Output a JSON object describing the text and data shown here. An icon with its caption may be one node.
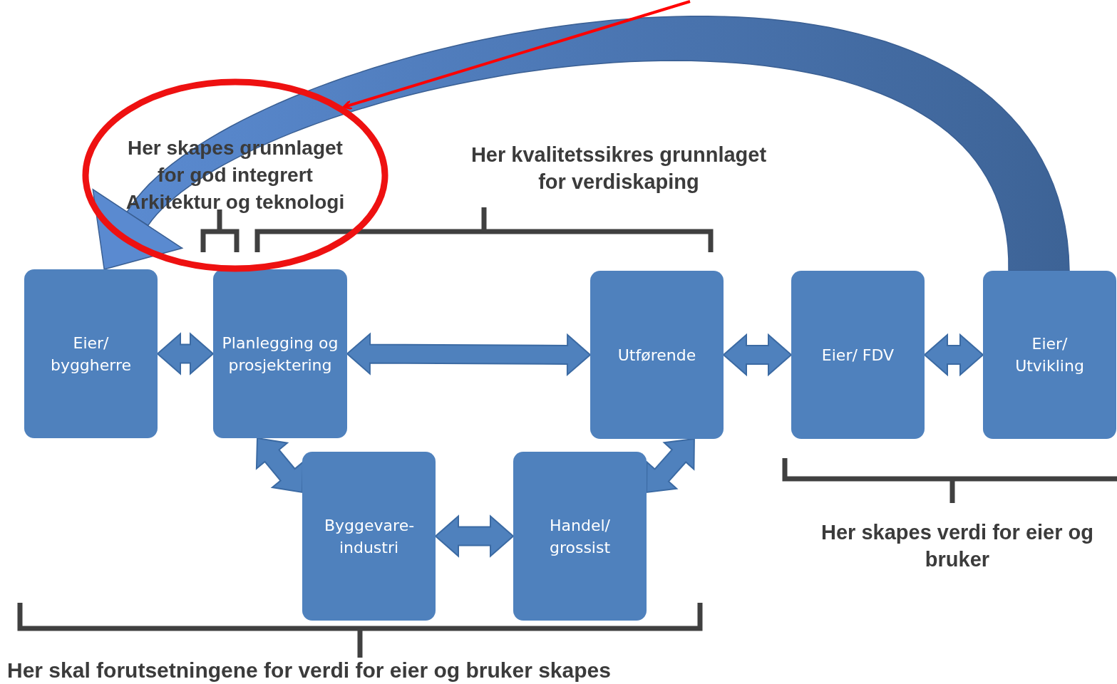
{
  "diagram": {
    "nodes": [
      {
        "text": [
          "Eier/ byggherre"
        ]
      },
      {
        "text": [
          "Planlegging og prosjektering"
        ]
      },
      {
        "text": [
          "Utførende"
        ]
      },
      {
        "text": [
          "Eier/ FDV"
        ]
      },
      {
        "text": [
          "Eier/ Utvikling"
        ]
      },
      {
        "text": [
          "Byggevare- industri"
        ]
      },
      {
        "text": [
          "Handel/ grossist"
        ]
      },
      {
        "text": [
          "Her skapes grunnlaget for god integrert Arkitektur og teknologi"
        ]
      }
    ],
    "edges": [
      {
        "from": 0,
        "to": 1,
        "arrow": "both"
      },
      {
        "from": 1,
        "to": 2,
        "arrow": "both"
      },
      {
        "from": 2,
        "to": 3,
        "arrow": "both"
      },
      {
        "from": 3,
        "to": 4,
        "arrow": "both"
      },
      {
        "from": 1,
        "to": 5,
        "arrow": "both"
      },
      {
        "from": 5,
        "to": 6,
        "arrow": "both"
      },
      {
        "from": 6,
        "to": 2,
        "arrow": "both"
      },
      {
        "from": 4,
        "to": 0,
        "arrow": "to",
        "style": "thick"
      },
      {
        "from": null,
        "to": 7,
        "arrow": "to",
        "color": "#ff0000"
      }
    ],
    "labels": [
      "Her kvalitetssikres grunnlaget for verdiskaping",
      "Her skapes verdi for eier og bruker",
      "Her skal forutsetningene for verdi for eier og bruker skapes"
    ]
  }
}
